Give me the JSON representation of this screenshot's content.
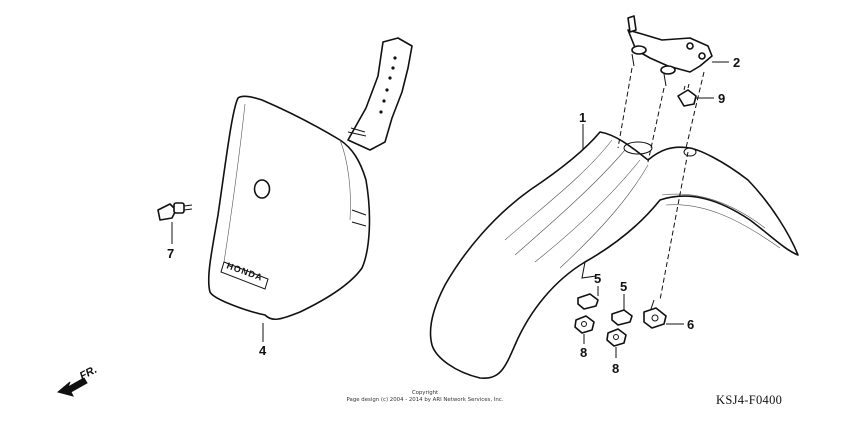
{
  "callouts": {
    "c1": "1",
    "c2": "2",
    "c4": "4",
    "c5a": "5",
    "c5b": "5",
    "c6": "6",
    "c7": "7",
    "c8a": "8",
    "c8b": "8",
    "c9": "9"
  },
  "front_indicator": "FR.",
  "copyright_line1": "Copyright",
  "copyright_line2": "Page design (c) 2004 - 2014 by ARI Network Services, Inc.",
  "diagram_code": "KSJ4-F0400",
  "plate_logo": "HONDA"
}
